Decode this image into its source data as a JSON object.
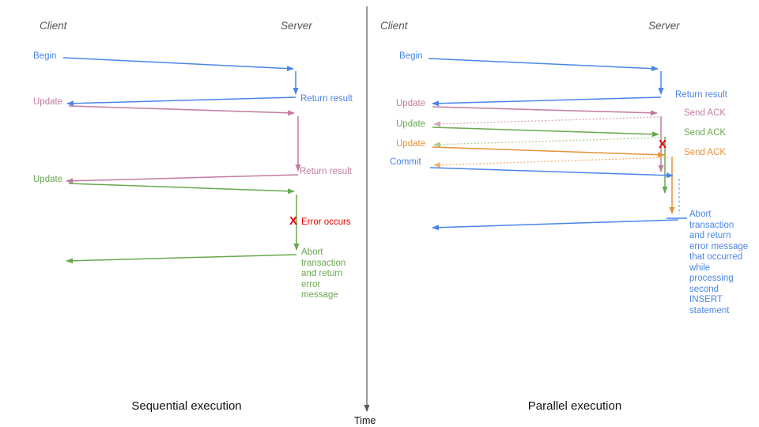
{
  "diagram": {
    "time_axis_label": "Time",
    "left_panel": {
      "caption": "Sequential execution",
      "headers": {
        "client": "Client",
        "server": "Server"
      },
      "client_msgs": {
        "begin": "Begin",
        "update1": "Update",
        "update2": "Update"
      },
      "server_msgs": {
        "return_result1": "Return result",
        "return_result2": "Return result",
        "error": "Error occurs",
        "abort": "Abort transaction and return error message"
      },
      "error_mark": "X"
    },
    "right_panel": {
      "caption": "Parallel execution",
      "headers": {
        "client": "Client",
        "server": "Server"
      },
      "client_msgs": {
        "begin": "Begin",
        "update1": "Update",
        "update2": "Update",
        "update3": "Update",
        "commit": "Commit"
      },
      "server_msgs": {
        "return_result": "Return result",
        "ack1": "Send ACK",
        "ack2": "Send ACK",
        "ack3": "Send ACK",
        "abort": "Abort transaction and return error message that occurred while processing second INSERT statement"
      },
      "error_mark": "X"
    },
    "colors": {
      "blue": "#4a86e8",
      "pink": "#c27ba0",
      "green": "#6aa84f",
      "orange": "#e69138",
      "error_red": "#ee0000",
      "ack_dotted_pink": "#d5a6bd",
      "ack_dotted_green": "#a9d18e",
      "ack_dotted_orange": "#f6b26b",
      "dashed_blue": "#7da7ee",
      "time_axis_gray": "#555555"
    }
  }
}
